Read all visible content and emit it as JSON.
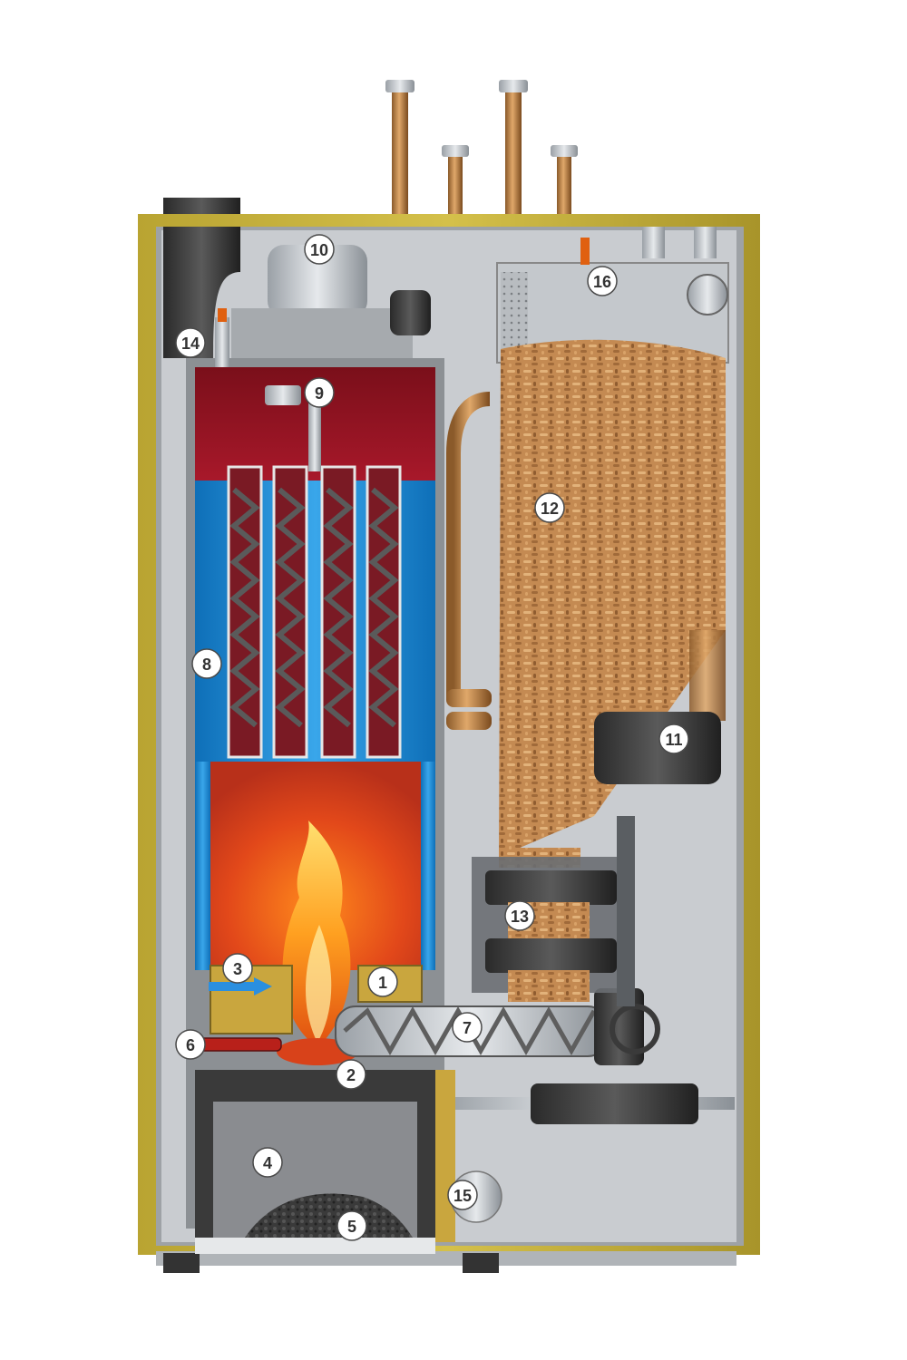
{
  "colors": {
    "insulation": "#c9b43a",
    "insulation_dark": "#a8942a",
    "casing": "#b9bcc0",
    "interior": "#cfd2d6",
    "water_jacket": "#1d8fd8",
    "flue_chamber": "#8f1420",
    "combustion_chamber": "#e04a14",
    "pellet": "#c8955a",
    "copper": "#c98a4a",
    "callout_fill": "#ffffff",
    "callout_text": "#333333"
  },
  "callouts": [
    {
      "id": "1",
      "label": "1"
    },
    {
      "id": "2",
      "label": "2"
    },
    {
      "id": "3",
      "label": "3"
    },
    {
      "id": "4",
      "label": "4"
    },
    {
      "id": "5",
      "label": "5"
    },
    {
      "id": "6",
      "label": "6"
    },
    {
      "id": "7",
      "label": "7"
    },
    {
      "id": "8",
      "label": "8"
    },
    {
      "id": "9",
      "label": "9"
    },
    {
      "id": "10",
      "label": "10"
    },
    {
      "id": "11",
      "label": "11"
    },
    {
      "id": "12",
      "label": "12"
    },
    {
      "id": "13",
      "label": "13"
    },
    {
      "id": "14",
      "label": "14"
    },
    {
      "id": "15",
      "label": "15"
    },
    {
      "id": "16",
      "label": "16"
    }
  ]
}
